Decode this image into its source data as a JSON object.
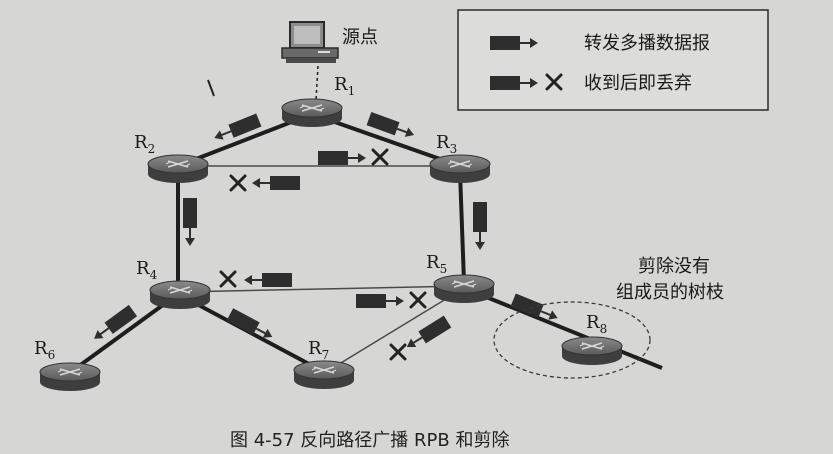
{
  "legend": {
    "forward_label": "转发多播数据报",
    "discard_label": "收到后即丢弃"
  },
  "source_label": "源点",
  "routers": {
    "r1": "R",
    "r1_sub": "1",
    "r2": "R",
    "r2_sub": "2",
    "r3": "R",
    "r3_sub": "3",
    "r4": "R",
    "r4_sub": "4",
    "r5": "R",
    "r5_sub": "5",
    "r6": "R",
    "r6_sub": "6",
    "r7": "R",
    "r7_sub": "7",
    "r8": "R",
    "r8_sub": "8"
  },
  "annotation": {
    "line1": "剪除没有",
    "line2": "组成员的树枝"
  },
  "caption": "图 4-57    反向路径广播 RPB 和剪除"
}
